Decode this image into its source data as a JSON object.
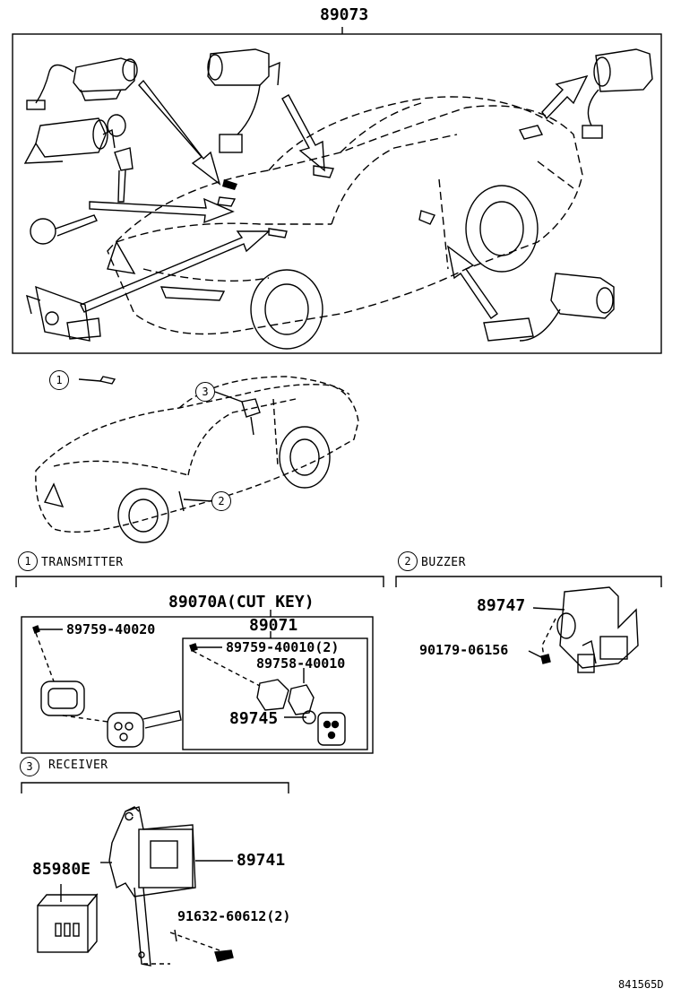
{
  "top": {
    "part": "89073"
  },
  "callouts": {
    "c1": "1",
    "c2": "2",
    "c3": "3"
  },
  "sections": {
    "transmitter": {
      "num": "1",
      "title": "TRANSMITTER"
    },
    "buzzer": {
      "num": "2",
      "title": "BUZZER"
    },
    "receiver": {
      "num": "3",
      "title": "RECEIVER"
    }
  },
  "transmitter": {
    "cut_key": "89070A(CUT KEY)",
    "p89759_40020": "89759-40020",
    "p89071": "89071",
    "p89759_40010": "89759-40010(2)",
    "p89758_40010": "89758-40010",
    "p89745": "89745"
  },
  "buzzer": {
    "p89747": "89747",
    "p90179_06156": "90179-06156"
  },
  "receiver": {
    "p85980E": "85980E",
    "p89741": "89741",
    "p91632_60612": "91632-60612(2)"
  },
  "footer": {
    "code": "841565D"
  }
}
